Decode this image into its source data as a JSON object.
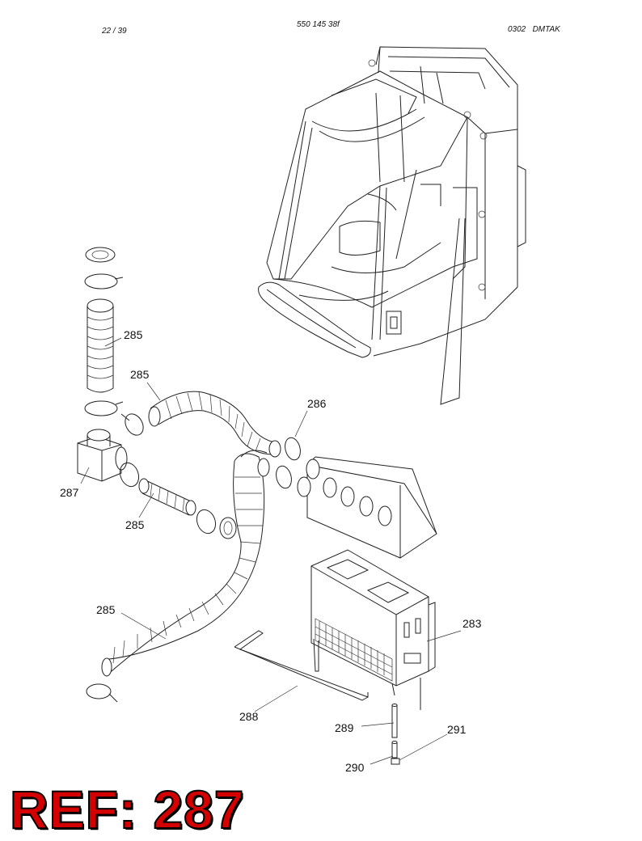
{
  "header": {
    "page": "22 / 39",
    "doc_number": "550 145 38f",
    "code": "0302   DMTAK"
  },
  "callouts": {
    "c285a": "285",
    "c285b": "285",
    "c285c": "285",
    "c285d": "285",
    "c286": "286",
    "c287": "287",
    "c283": "283",
    "c288": "288",
    "c289": "289",
    "c290": "290",
    "c291": "291"
  },
  "reference": {
    "label": "REF: 287",
    "color": "#d40000"
  }
}
